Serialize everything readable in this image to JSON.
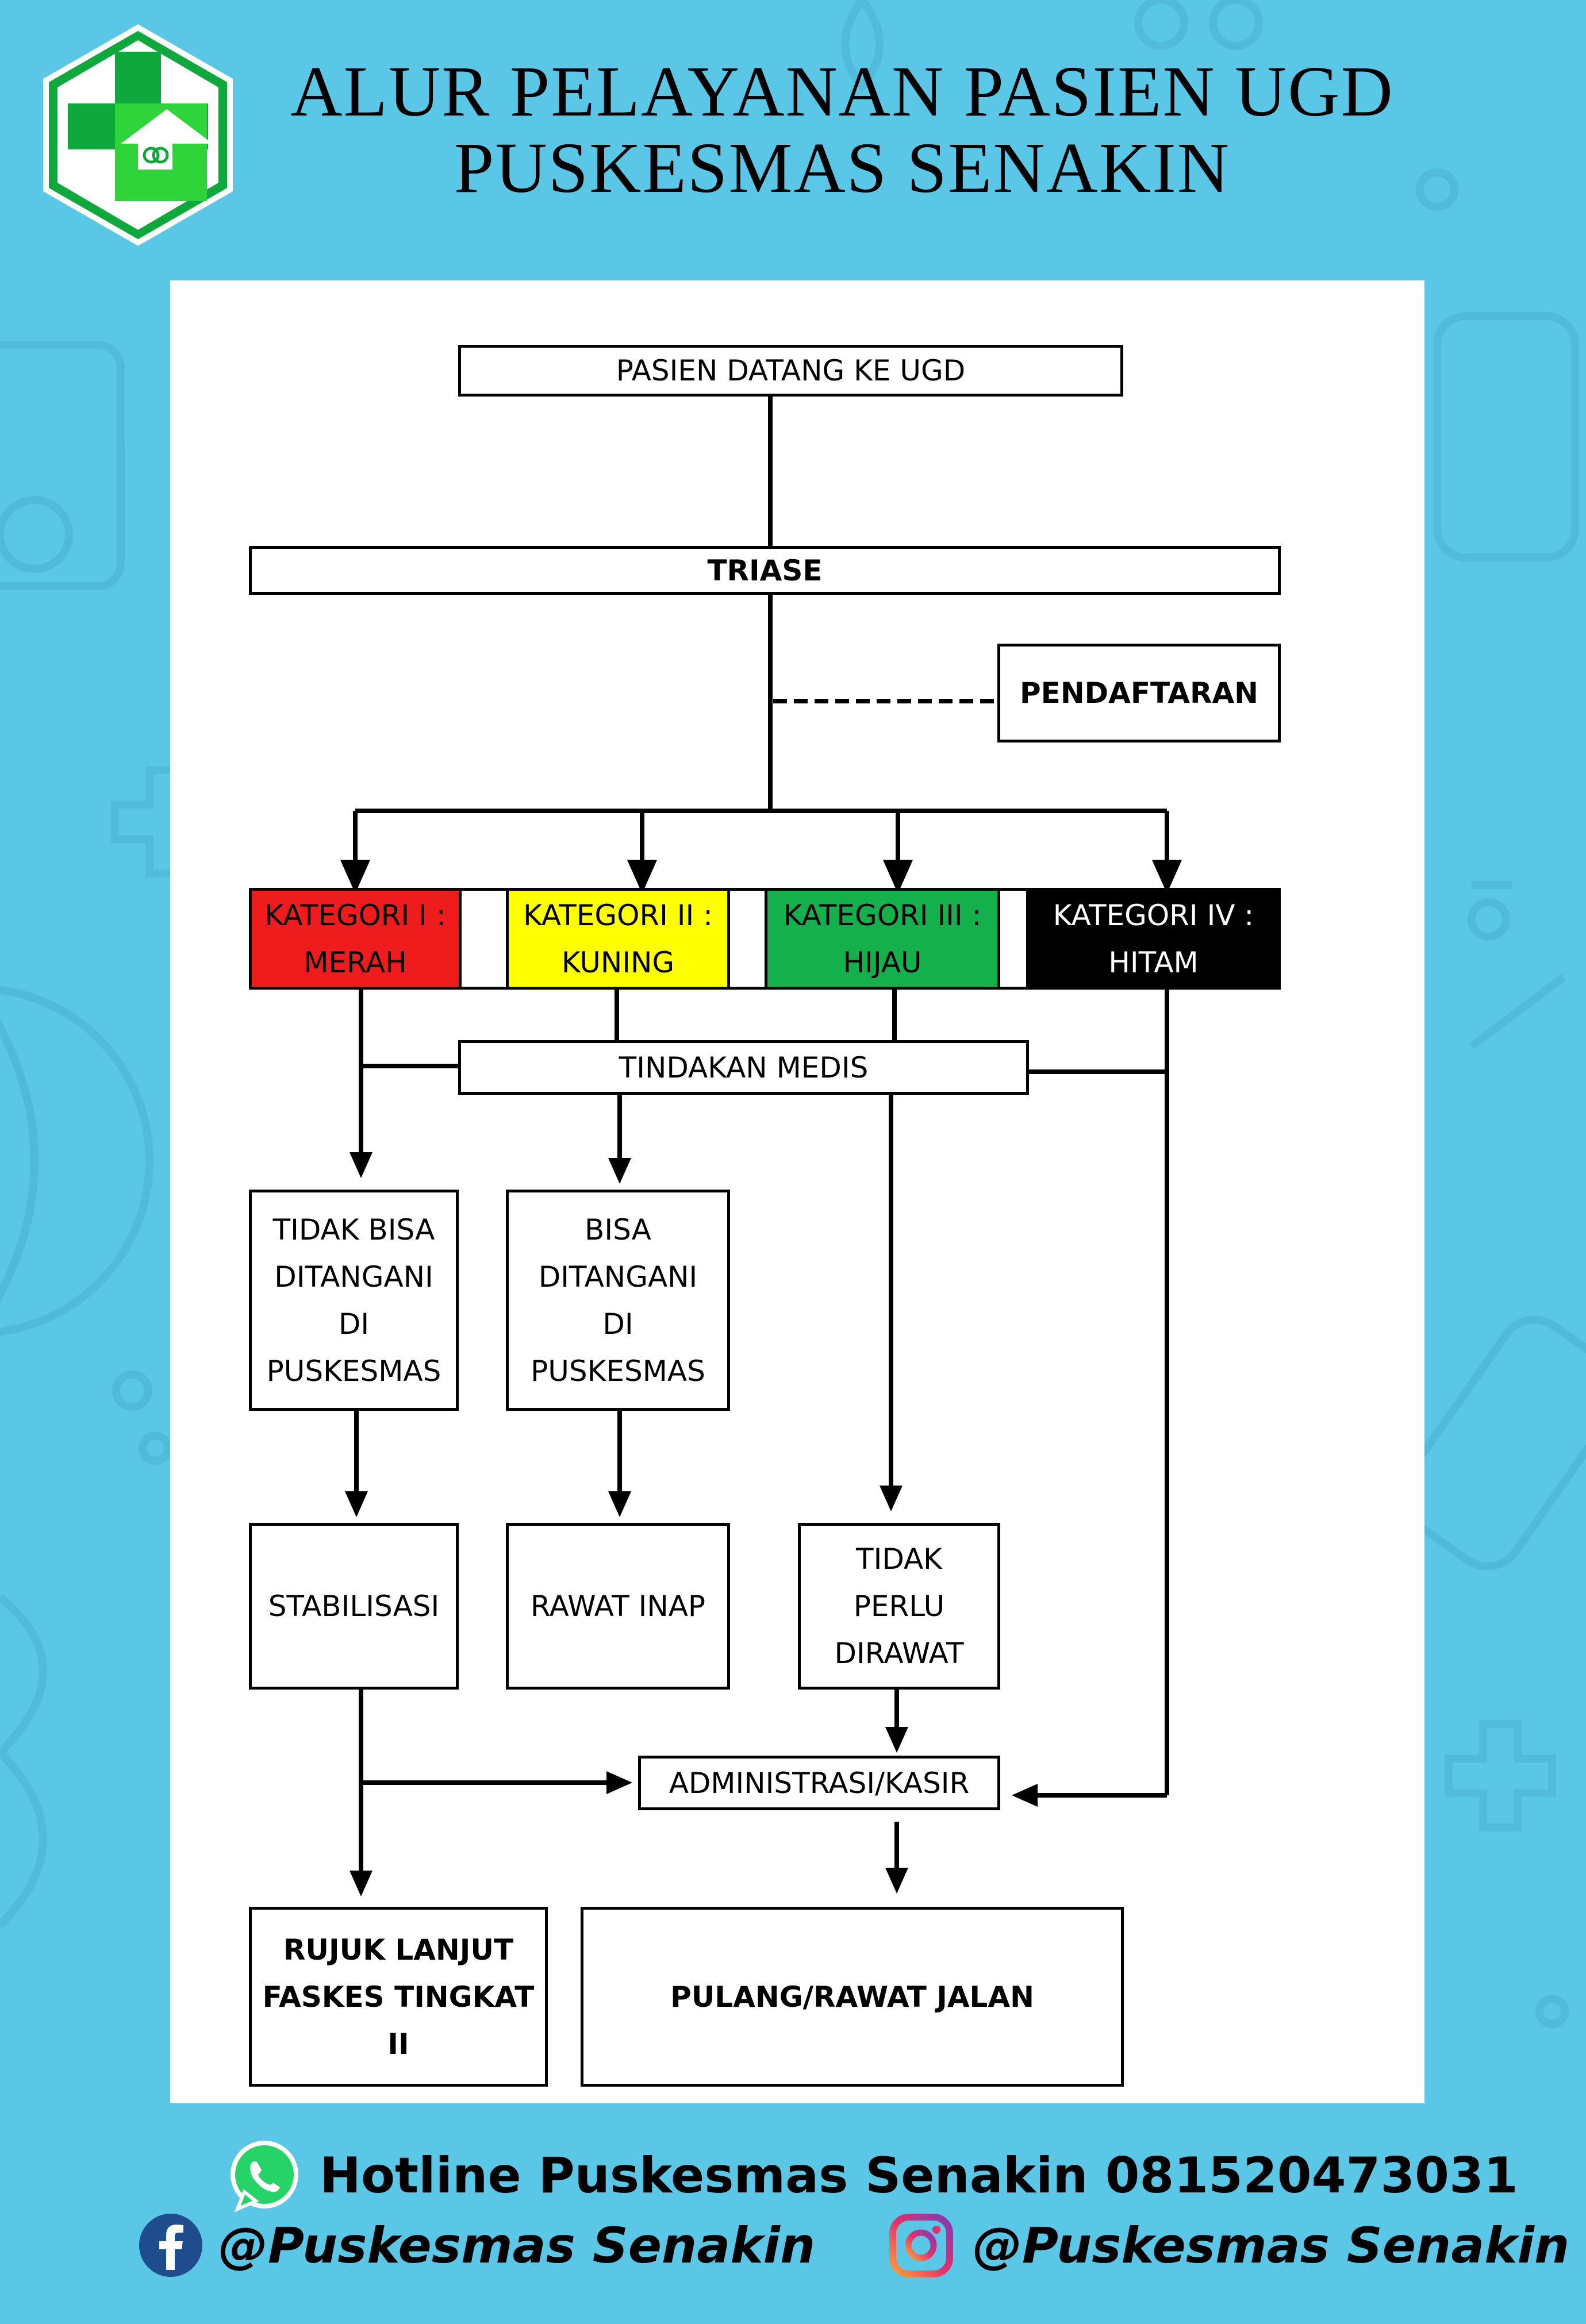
{
  "title": {
    "line1": "ALUR PELAYANAN PASIEN UGD",
    "line2": "PUSKESMAS SENAKIN"
  },
  "logo_icon": "health-cross-logo-icon",
  "flow": {
    "arrival": "PASIEN DATANG KE UGD",
    "triage": "TRIASE",
    "registration": "PENDAFTARAN",
    "categories": [
      {
        "line1": "KATEGORI I :",
        "line2": "MERAH",
        "color": "#ee1c1c"
      },
      {
        "line1": "KATEGORI II :",
        "line2": "KUNING",
        "color": "#ffff00"
      },
      {
        "line1": "KATEGORI III :",
        "line2": "HIJAU",
        "color": "#14b04c"
      },
      {
        "line1": "KATEGORI IV :",
        "line2": "HITAM",
        "color": "#000000"
      }
    ],
    "medical_action": "TINDAKAN MEDIS",
    "cannot_handle": [
      "TIDAK BISA",
      "DITANGANI",
      "DI",
      "PUSKESMAS"
    ],
    "can_handle": [
      "BISA",
      "DITANGANI",
      "DI",
      "PUSKESMAS"
    ],
    "stabilization": "STABILISASI",
    "inpatient": "RAWAT INAP",
    "no_care": [
      "TIDAK",
      "PERLU",
      "DIRAWAT"
    ],
    "cashier": "ADMINISTRASI/KASIR",
    "referral": [
      "RUJUK LANJUT",
      "FASKES TINGKAT II"
    ],
    "discharge": "PULANG/RAWAT JALAN"
  },
  "footer": {
    "hotline": "Hotline Puskesmas Senakin 081520473031",
    "facebook": "@Puskesmas Senakin",
    "instagram": "@Puskesmas Senakin"
  },
  "colors": {
    "background": "#5bc7e6",
    "logo_green": "#0fa83c",
    "whatsapp": "#25d366",
    "facebook": "#1e4c8c"
  }
}
